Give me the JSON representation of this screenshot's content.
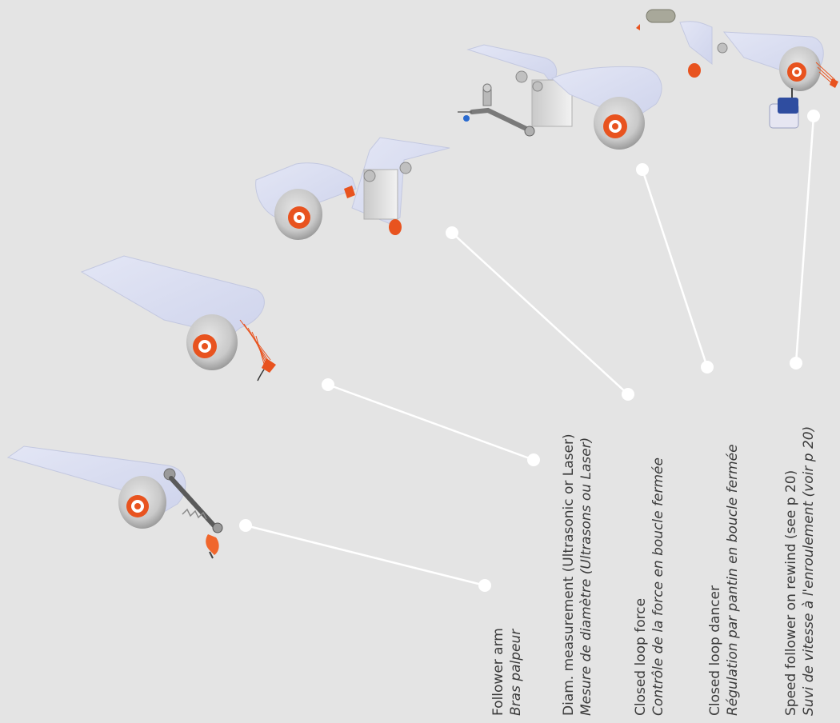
{
  "colors": {
    "background": "#e4e4e4",
    "web": "#dde1f2",
    "web_edge": "#c3c8e0",
    "roll": "#cfcfcf",
    "roll_dark": "#a9a9a9",
    "hub": "#e8531f",
    "leader": "#ffffff",
    "text": "#3a3a3a"
  },
  "items": [
    {
      "en": "Follower arm",
      "fr": "Bras palpeur"
    },
    {
      "en": "Diam. measurement (Ultrasonic or Laser)",
      "fr": "Mesure de diamètre (Ultrasons ou Laser)"
    },
    {
      "en": "Closed loop force",
      "fr": "Contrôle de la force en boucle fermée"
    },
    {
      "en": "Closed loop dancer",
      "fr": "Régulation par pantin en boucle fermée"
    },
    {
      "en": "Speed follower on rewind (see p 20)",
      "fr": "Suvi de vitesse à l'enroulement (voir p 20)"
    }
  ]
}
